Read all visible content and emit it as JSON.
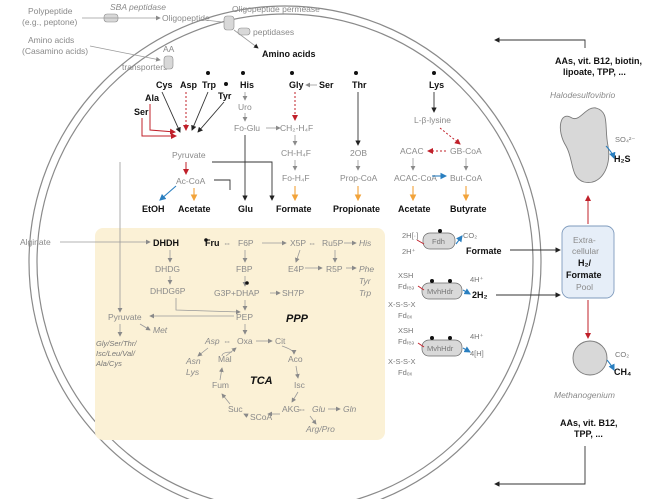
{
  "colors": {
    "background": "#ffffff",
    "cell_outline": "#8a8a8a",
    "metabolism_box": "#fbf1d6",
    "red_arrow": "#c0202a",
    "blue_arrow": "#2a7fc0",
    "orange_arrow": "#f2a33a"
  },
  "external": {
    "polypeptide": "Polypeptide",
    "polypeptide_eg": "(e.g., peptone)",
    "sba_peptidase": "SBA peptidase",
    "oligopeptide": "Oligopeptide",
    "oligopeptide_permease": "Oligopeptide permease",
    "peptidases": "peptidases",
    "amino_acids_ext": "Amino acids",
    "casamino": "(Casamino acids)",
    "aa": "AA",
    "transporters": "transporters",
    "amino_acids_int": "Amino acids",
    "alginate": "Alginate"
  },
  "amino_acids": {
    "cys": "Cys",
    "asp": "Asp",
    "trp": "Trp",
    "tyr": "Tyr",
    "ala": "Ala",
    "ser": "Ser",
    "his": "His",
    "gly": "Gly",
    "ser2": "Ser",
    "thr": "Thr",
    "lys": "Lys"
  },
  "pathway_nodes": {
    "uro": "Uro",
    "fo_glu": "Fo-Glu",
    "ch2_h4f": "CH₂-H₄F",
    "ch_h4f": "CH-H₄F",
    "fo_h4f": "Fo-H₄F",
    "two_ob": "2OB",
    "prop_coa": "Prop-CoA",
    "l_b_lysine": "L-β-lysine",
    "acac": "ACAC",
    "gb_coa": "GB-CoA",
    "acac_coa": "ACAC-CoA",
    "but_coa": "But-CoA",
    "pyruvate_top": "Pyruvate",
    "ac_coa": "Ac-CoA"
  },
  "products": {
    "etoh": "EtOH",
    "acetate": "Acetate",
    "glu": "Glu",
    "formate": "Formate",
    "propionate": "Propionate",
    "acetate2": "Acetate",
    "butyrate": "Butyrate"
  },
  "central": {
    "dhdh": "DHDH",
    "dhdg": "DHDG",
    "dhdg6p": "DHDG6P",
    "fru": "Fru",
    "f6p": "F6P",
    "fbp": "FBP",
    "g3p_dhap": "G3P+DHAP",
    "x5p": "X5P",
    "ru5p": "Ru5P",
    "e4p": "E4P",
    "r5p": "R5P",
    "sh7p": "SH7P",
    "his2": "His",
    "phe": "Phe",
    "tyr2": "Tyr",
    "trp2": "Trp",
    "ppp": "PPP",
    "pep": "PEP",
    "pyruvate": "Pyruvate",
    "met": "Met",
    "aa_family": "Gly/Ser/Thr/",
    "aa_family2": "Isc/Leu/Val/",
    "aa_family3": "Ala/Cys",
    "asp2": "Asp",
    "oxa": "Oxa",
    "cit": "Cit",
    "asn": "Asn",
    "lys2": "Lys",
    "mal": "Mal",
    "aco": "Aco",
    "tca": "TCA",
    "fum": "Fum",
    "isc": "Isc",
    "suc": "Suc",
    "scoa": "SCoA",
    "akg": "AKG",
    "glu2": "Glu",
    "gln": "Gln",
    "arg_pro": "Arg/Pro"
  },
  "hydrogenases": {
    "fdh_2h": "2H[·]",
    "fdh_2hp": "2H⁺",
    "fdh": "Fdh",
    "co2": "CO₂",
    "formate_out": "Formate",
    "xsh1": "XSH",
    "fd_red1": "Fdᵣₑₔ",
    "mvh1": "MvhHdr",
    "h4p1": "4H⁺",
    "h2_out": "2H₂",
    "xssx1": "X-S-S-X",
    "fd_ox1": "Fdₒₓ",
    "xsh2": "XSH",
    "fd_red2": "Fdᵣₑₔ",
    "mvh2": "MvhHdr",
    "h4p2": "4H⁺",
    "xssx2": "X-S-S-X",
    "fd_ox2": "Fdₒₓ",
    "h4_2": "4[H]"
  },
  "pool": {
    "line1": "Extra-",
    "line2": "cellular",
    "line3": "H₂/",
    "line4": "Formate",
    "line5": "Pool"
  },
  "partners": {
    "top_text1": "AAs, vit. B12, biotin,",
    "top_text2": "lipoate, TPP, ...",
    "halodesulfovibrio": "Halodesulfovibrio",
    "so4": "SO₄²⁻",
    "h2s": "H₂S",
    "methanogenium": "Methanogenium",
    "co2_m": "CO₂",
    "ch4": "CH₄",
    "bottom_text1": "AAs, vit. B12,",
    "bottom_text2": "TPP, ..."
  }
}
